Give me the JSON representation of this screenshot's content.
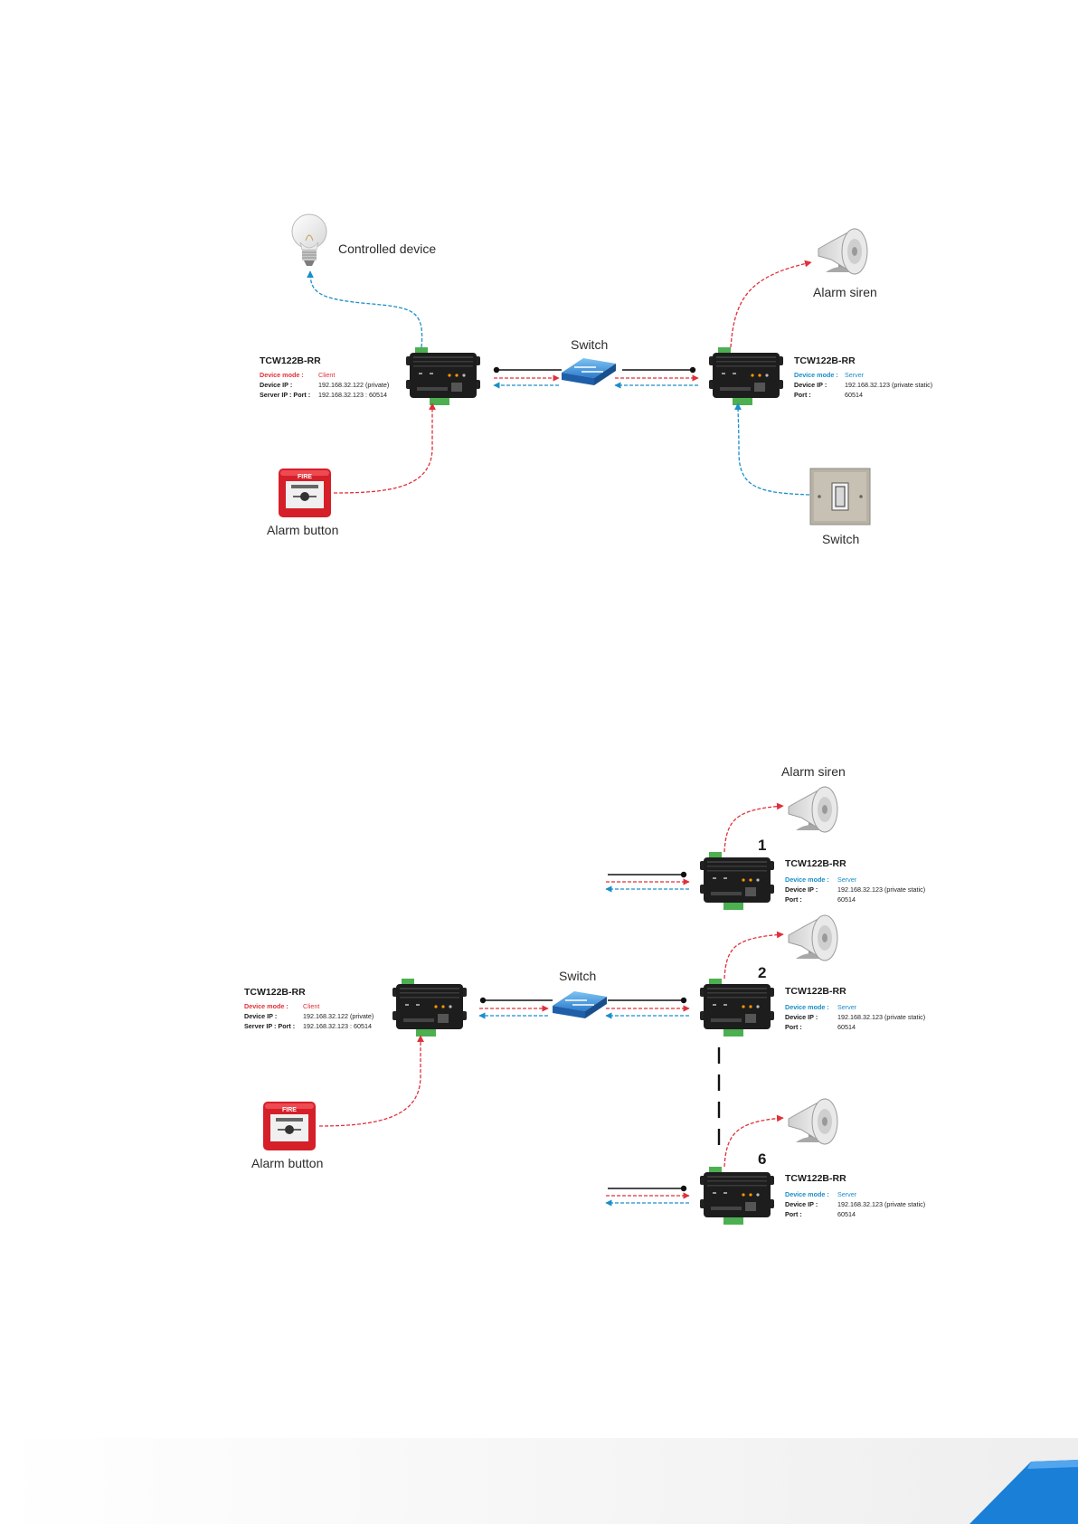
{
  "diagrams": [
    {
      "labels": {
        "controlled_device": "Controlled device",
        "alarm_siren": "Alarm siren",
        "switch_top": "Switch",
        "alarm_button": "Alarm button",
        "wall_switch": "Switch"
      },
      "client": {
        "name": "TCW122B-RR",
        "mode_key": "Device mode :",
        "mode_value": "Client",
        "ip_key": "Device IP :",
        "ip_value": "192.168.32.122 (private)",
        "server_key": "Server IP : Port :",
        "server_value": "192.168.32.123 : 60514"
      },
      "server": {
        "name": "TCW122B-RR",
        "mode_key": "Device mode :",
        "mode_value": "Server",
        "ip_key": "Device IP :",
        "ip_value": "192.168.32.123 (private static)",
        "port_key": "Port :",
        "port_value": "60514"
      }
    },
    {
      "labels": {
        "alarm_siren": "Alarm siren",
        "switch_top": "Switch",
        "alarm_button": "Alarm button"
      },
      "client": {
        "name": "TCW122B-RR",
        "mode_key": "Device mode :",
        "mode_value": "Client",
        "ip_key": "Device IP :",
        "ip_value": "192.168.32.122 (private)",
        "server_key": "Server IP : Port :",
        "server_value": "192.168.32.123 : 60514"
      },
      "servers": [
        {
          "number": "1",
          "name": "TCW122B-RR",
          "mode_key": "Device mode :",
          "mode_value": "Server",
          "ip_key": "Device IP :",
          "ip_value": "192.168.32.123 (private static)",
          "port_key": "Port :",
          "port_value": "60514"
        },
        {
          "number": "2",
          "name": "TCW122B-RR",
          "mode_key": "Device mode :",
          "mode_value": "Server",
          "ip_key": "Device IP :",
          "ip_value": "192.168.32.123 (private static)",
          "port_key": "Port :",
          "port_value": "60514"
        },
        {
          "number": "6",
          "name": "TCW122B-RR",
          "mode_key": "Device mode :",
          "mode_value": "Server",
          "ip_key": "Device IP :",
          "ip_value": "192.168.32.123 (private static)",
          "port_key": "Port :",
          "port_value": "60514"
        }
      ]
    }
  ],
  "colors": {
    "client_accent": "#e0303a",
    "server_accent": "#1a8fc8",
    "footer_accent": "#1a7fd6"
  }
}
